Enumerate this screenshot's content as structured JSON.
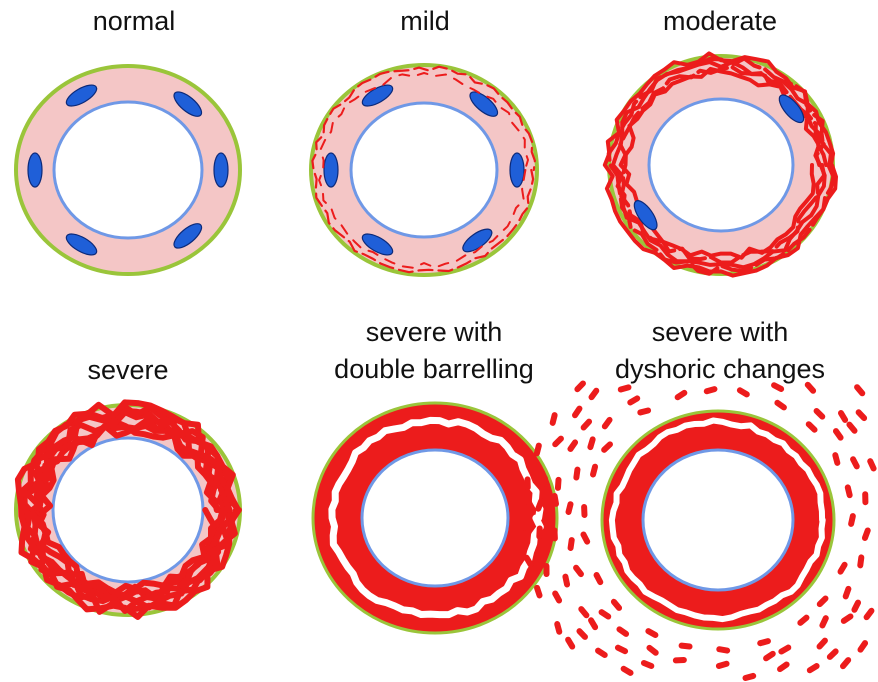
{
  "colors": {
    "vessel_wall": "#f4c6c6",
    "outer_border": "#9ac53a",
    "lumen_border": "#6f98e6",
    "cell_fill": "#1f5fd8",
    "cell_edge": "#0c2a7a",
    "amyloid": "#ec1c1c"
  },
  "panels": [
    {
      "key": "normal",
      "label_lines": [
        "normal"
      ]
    },
    {
      "key": "mild",
      "label_lines": [
        "mild"
      ]
    },
    {
      "key": "moderate",
      "label_lines": [
        "moderate"
      ]
    },
    {
      "key": "severe",
      "label_lines": [
        "severe"
      ]
    },
    {
      "key": "double",
      "label_lines": [
        "severe with",
        "double barrelling"
      ]
    },
    {
      "key": "dyshoric",
      "label_lines": [
        "severe with",
        "dyshoric changes"
      ]
    }
  ]
}
